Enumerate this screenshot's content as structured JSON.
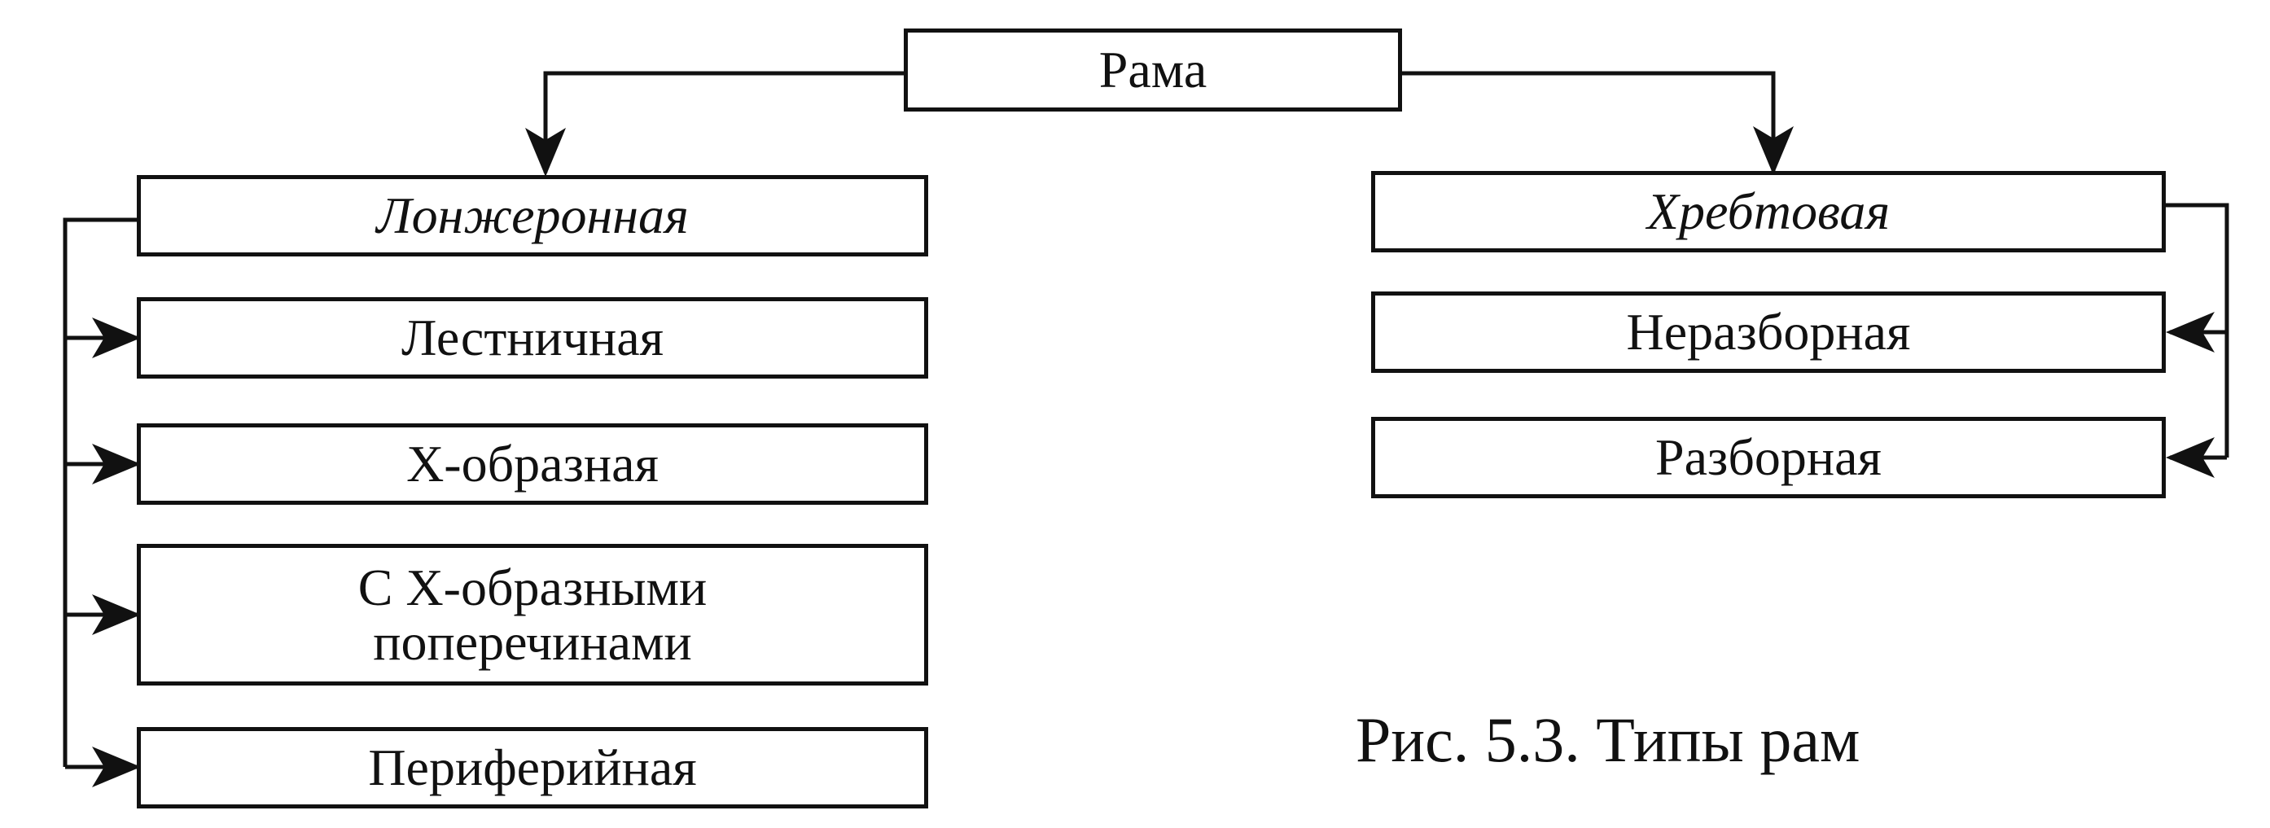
{
  "diagram": {
    "root": {
      "label": "Рама"
    },
    "left_branch": {
      "title": "Лонжеронная",
      "items": [
        "Лестничная",
        "Х-образная",
        "С Х-образными поперечинами",
        "Периферийная"
      ]
    },
    "right_branch": {
      "title": "Хребтовая",
      "items": [
        "Неразборная",
        "Разборная"
      ]
    },
    "caption": "Рис. 5.3. Типы рам"
  }
}
